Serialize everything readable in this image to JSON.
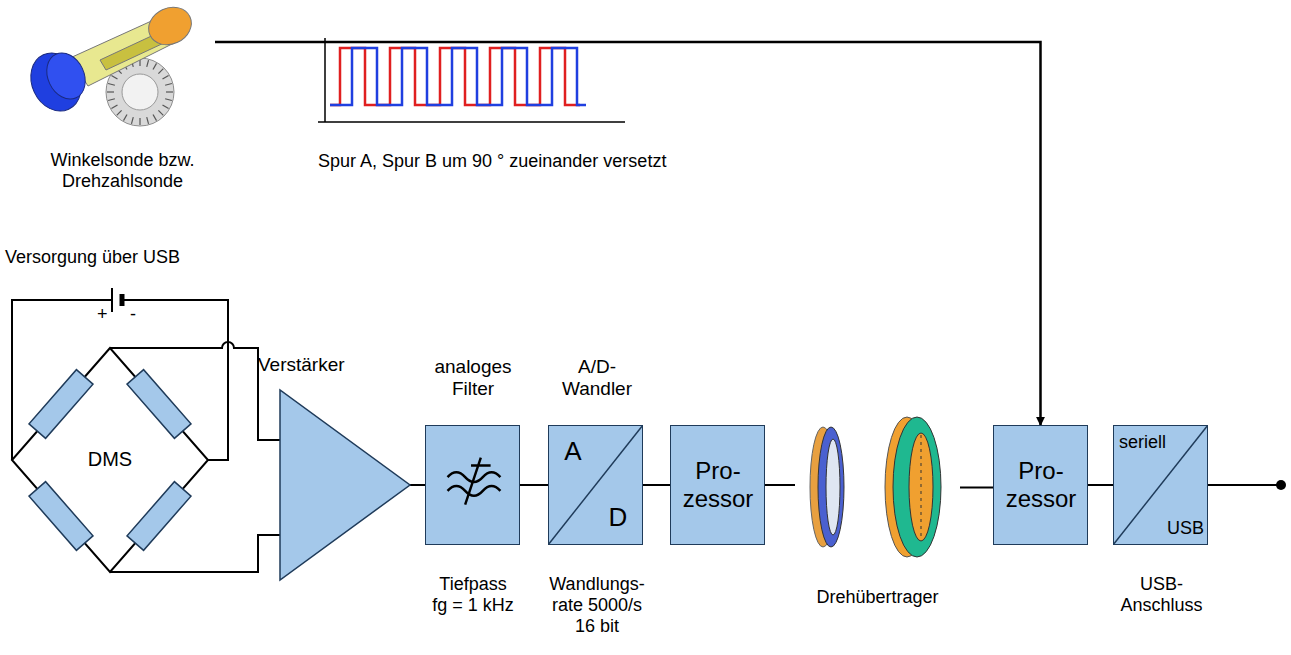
{
  "diagram": {
    "nodes": [
      {
        "text": [
          "Winkelsonde bzw. Drehzahlsonde"
        ]
      },
      {
        "text": [
          "DMS"
        ]
      },
      {
        "text": [
          "Verstärker"
        ]
      },
      {
        "text": [
          "analoges Filter",
          "Tiefpass fg = 1 kHz"
        ]
      },
      {
        "text": [
          "A/D- Wandler",
          "A",
          "D",
          "Wandlungs- rate 5000/s 16 bit"
        ]
      },
      {
        "text": [
          "Pro- zessor"
        ]
      },
      {
        "text": [
          "Drehübertrager"
        ]
      },
      {
        "text": [
          "Pro- zessor"
        ]
      },
      {
        "text": [
          "seriell",
          "USB",
          "USB- Anschluss"
        ]
      }
    ],
    "edges": [
      {
        "from": 1,
        "to": 2,
        "arrow": "none"
      },
      {
        "from": 2,
        "to": 3,
        "arrow": "none"
      },
      {
        "from": 3,
        "to": 4,
        "arrow": "none"
      },
      {
        "from": 4,
        "to": 5,
        "arrow": "none"
      },
      {
        "from": 5,
        "to": 6,
        "arrow": "none"
      },
      {
        "from": 6,
        "to": 7,
        "arrow": "none"
      },
      {
        "from": 7,
        "to": 8,
        "arrow": "none"
      },
      {
        "from": 0,
        "to": 7,
        "arrow": "to"
      }
    ],
    "labels": [
      "Spur A, Spur B um 90 ° zueinander versetzt",
      "Versorgung über USB",
      "+",
      "-"
    ]
  }
}
